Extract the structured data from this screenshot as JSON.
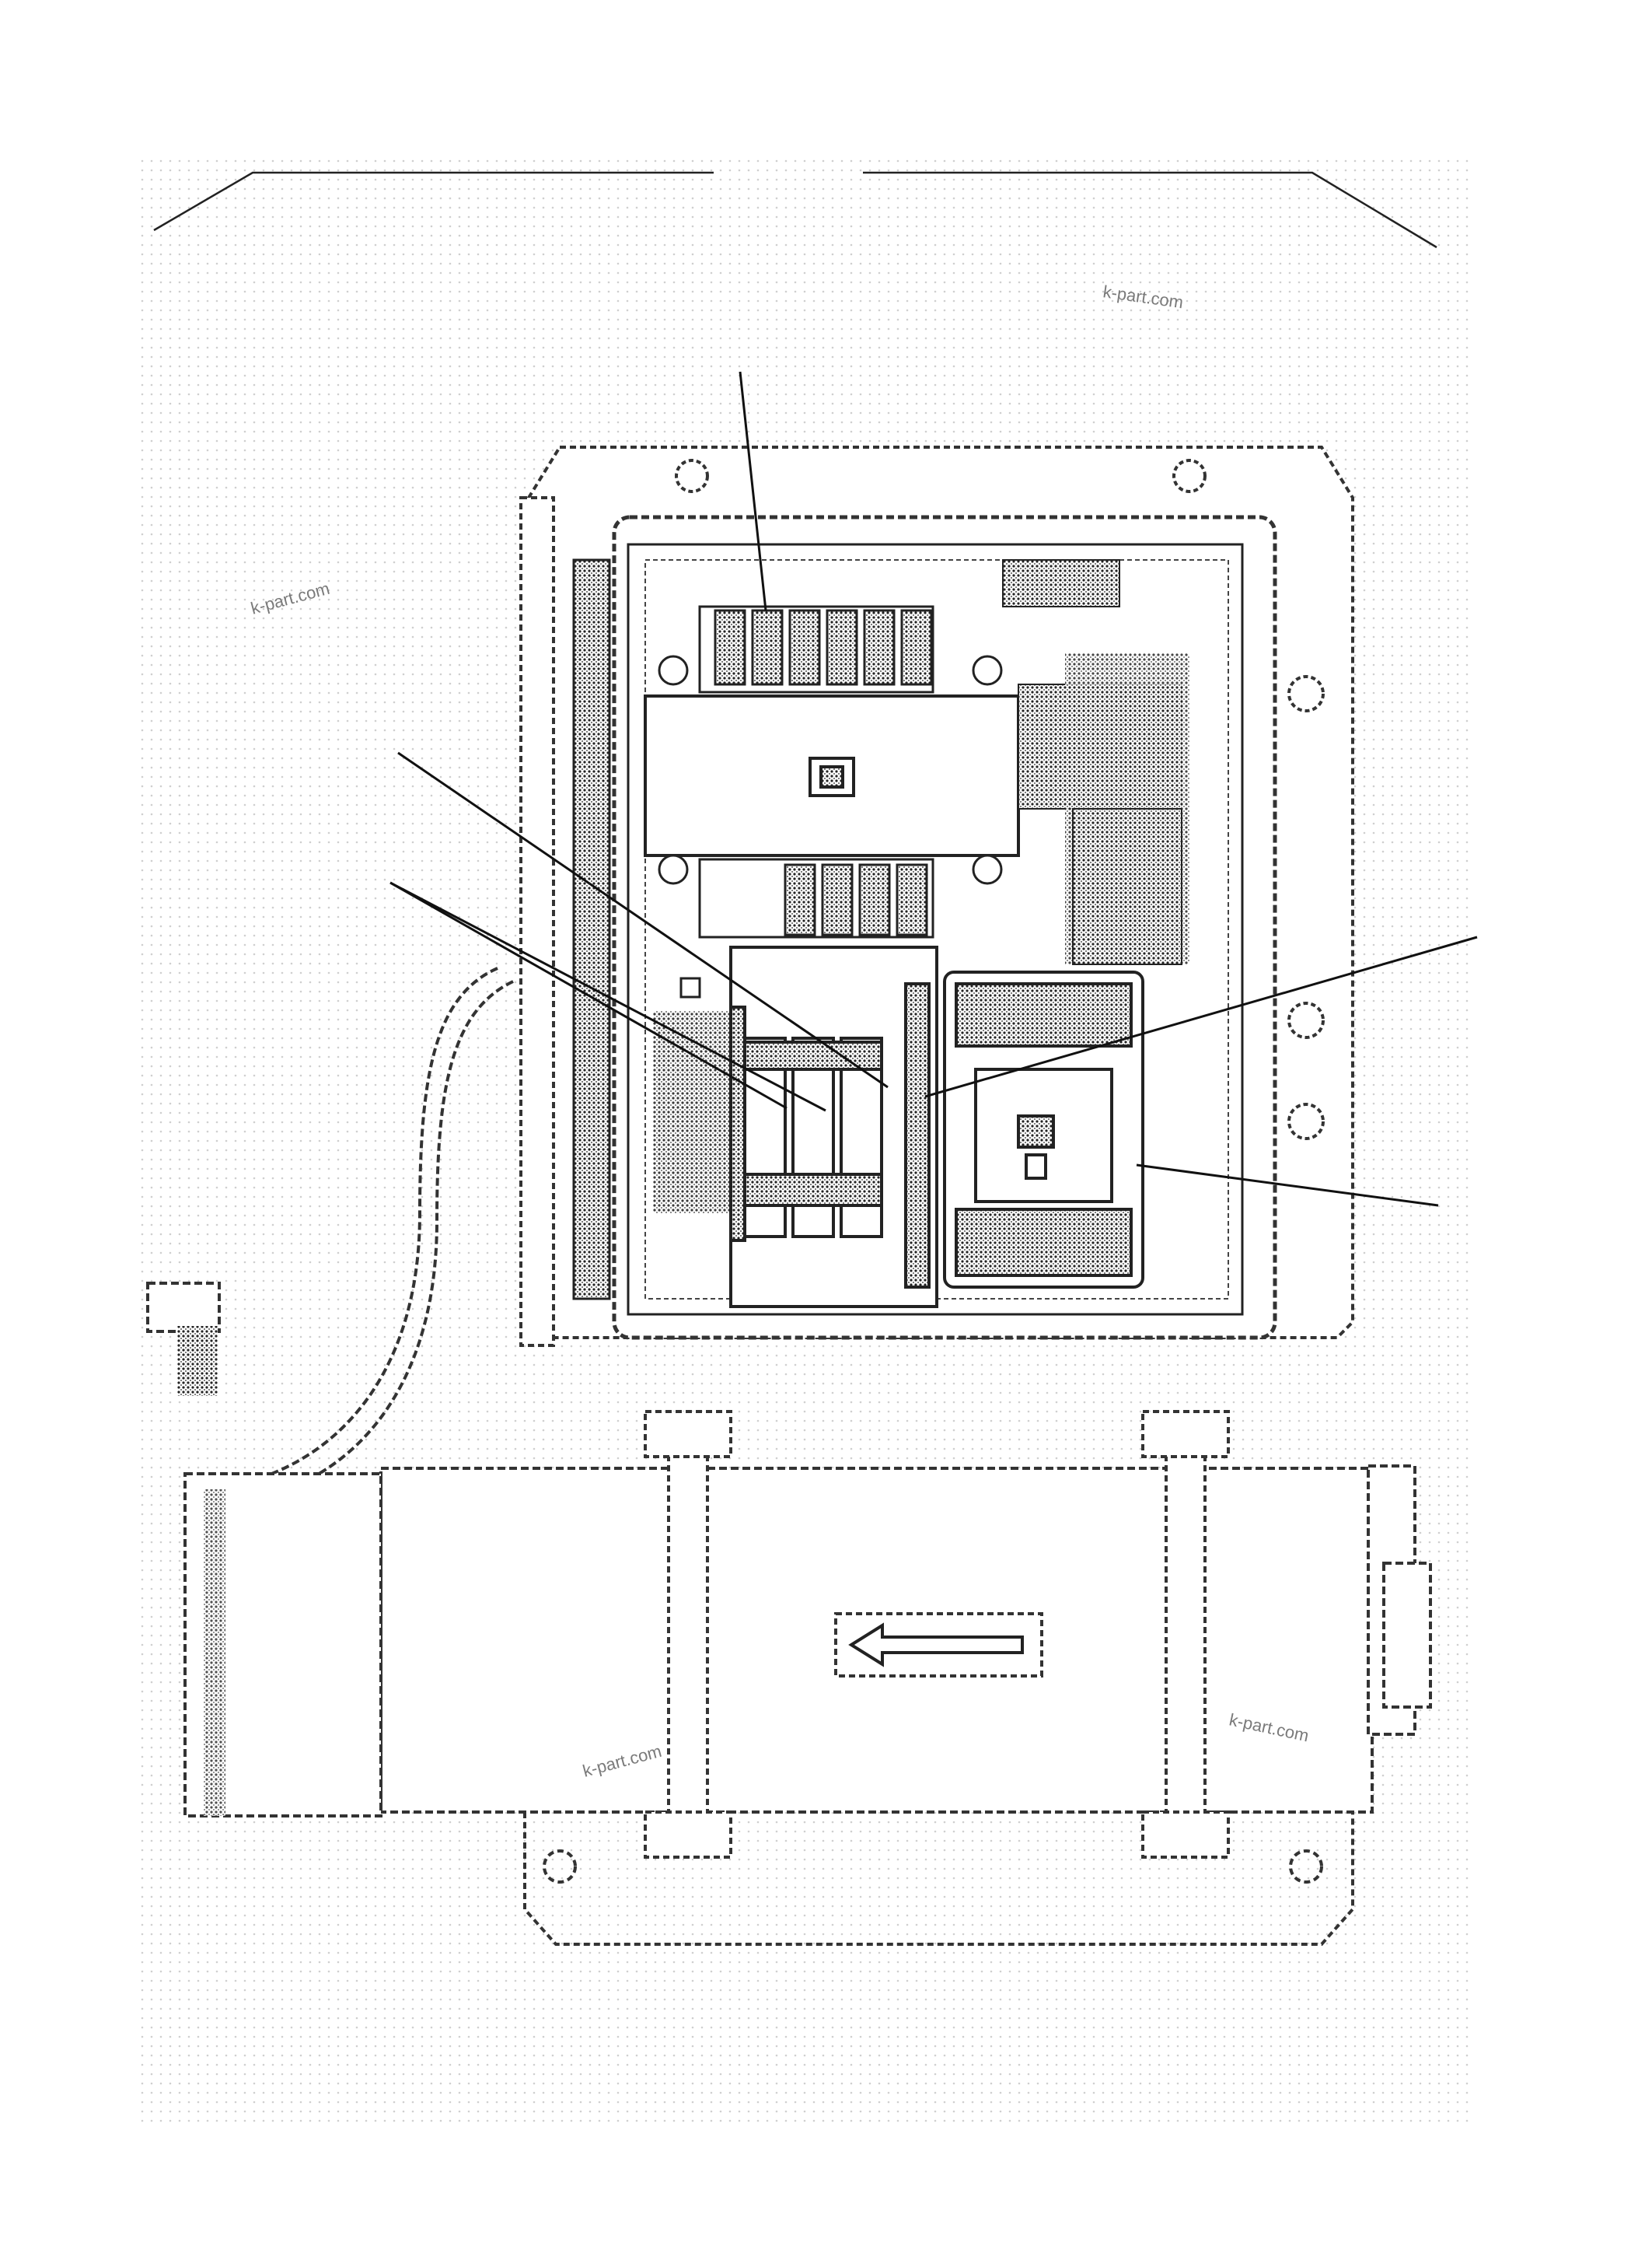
{
  "figure": {
    "kind": "exploded technical parts drawing",
    "subject": "electrical control box with terminal blocks, circuit board and relays mounted above a cylindrical housing",
    "colors": {
      "background": "#ffffff",
      "stipple": "#d4d4d4",
      "line": "#222222",
      "dashed_outline": "#3a3a3a",
      "watermark": "#7a7a7a"
    },
    "callout_labels": "none printed (leader lines only)"
  },
  "watermarks": [
    {
      "id": "wm1",
      "text": "k-part.com"
    },
    {
      "id": "wm2",
      "text": "k-part.com"
    },
    {
      "id": "wm3",
      "text": "k-part.com"
    },
    {
      "id": "wm4",
      "text": "k-part.com"
    }
  ],
  "icons": {
    "direction_arrow": "arrow-left-icon"
  }
}
